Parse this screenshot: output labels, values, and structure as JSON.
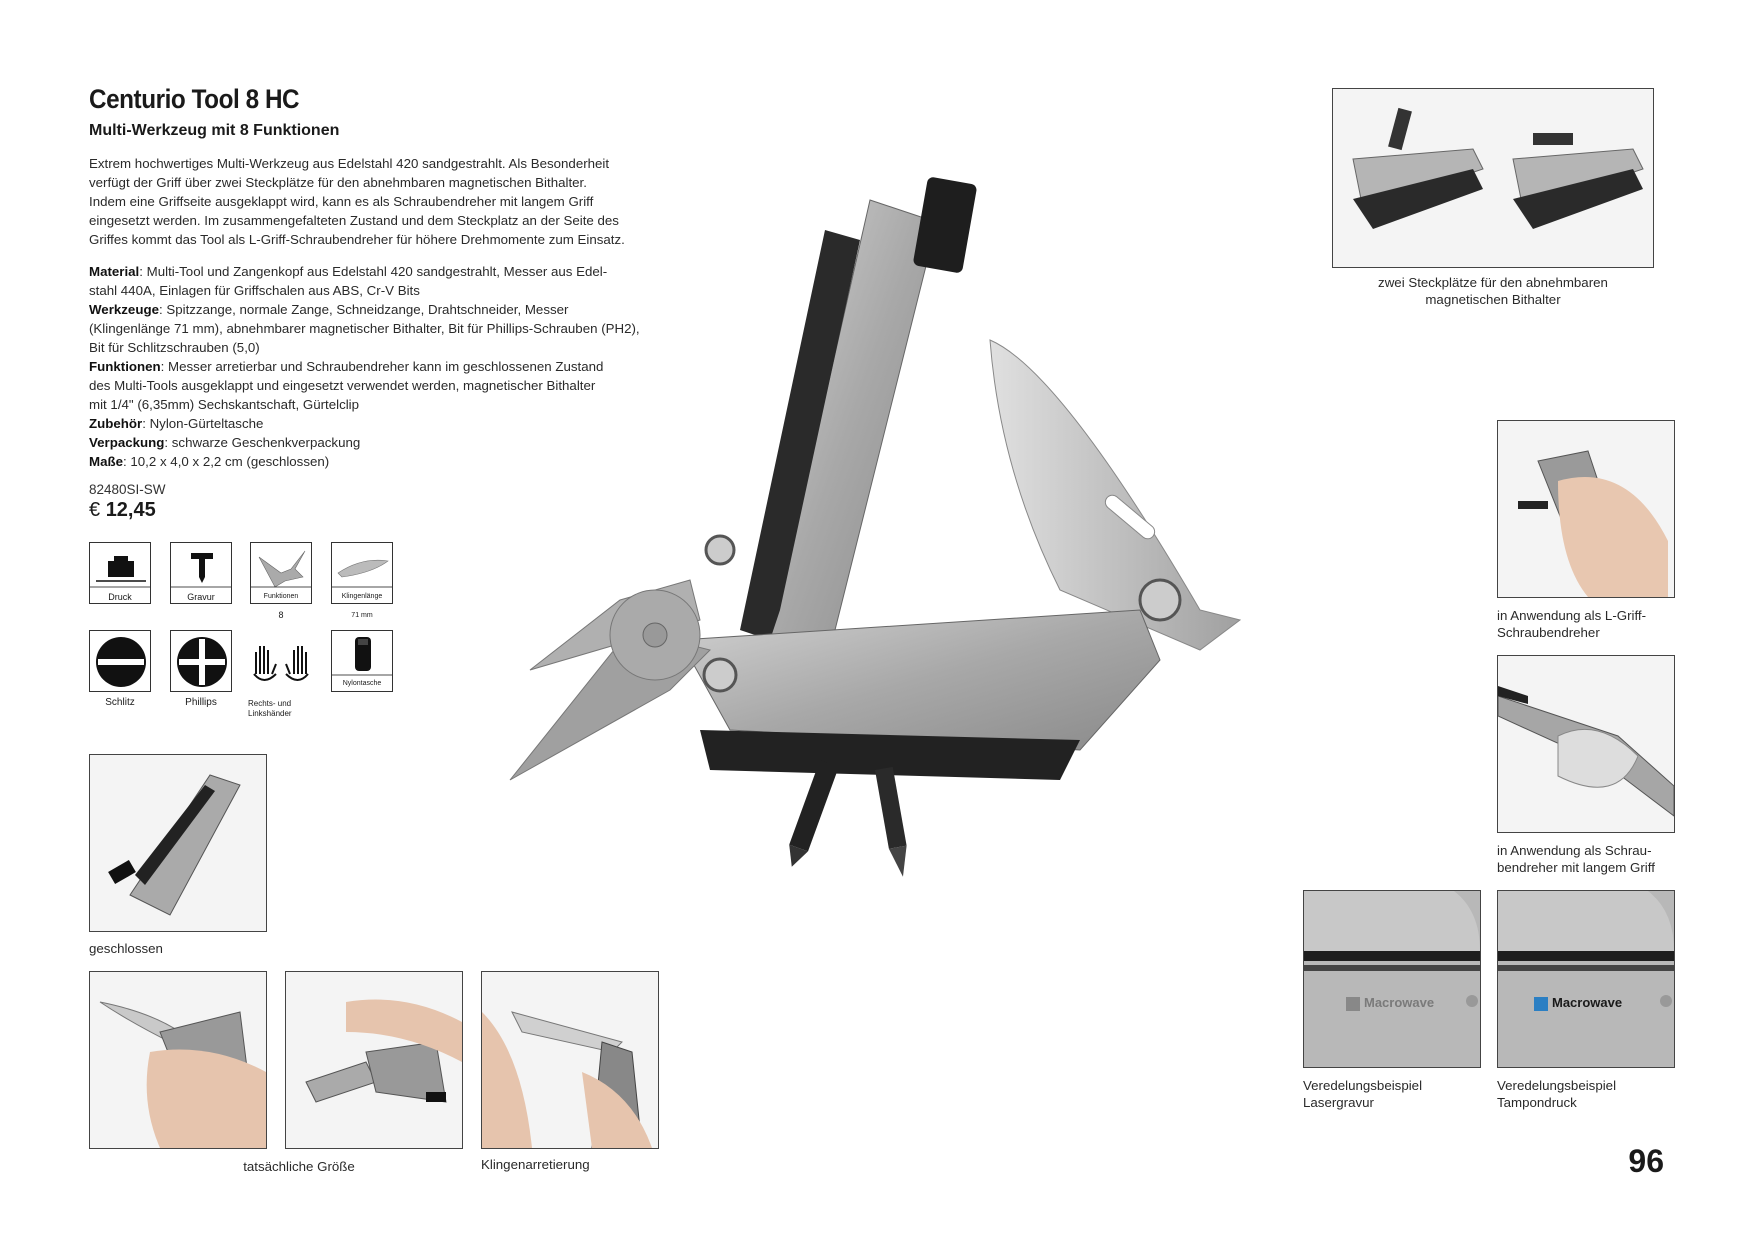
{
  "product": {
    "title": "Centurio Tool 8 HC",
    "subtitle": "Multi-Werkzeug mit 8 Funktionen",
    "description": [
      "Extrem hochwertiges Multi-Werkzeug aus Edelstahl 420 sandgestrahlt. Als Besonderheit",
      "verfügt der Griff über zwei Steckplätze für den abnehmbaren magnetischen Bithalter.",
      "Indem eine Griffseite ausgeklappt wird, kann es als Schraubendreher mit langem Griff",
      "eingesetzt werden. Im zusammengefalteten Zustand und dem Steckplatz an der Seite des",
      "Griffes kommt das Tool als L-Griff-Schraubendreher für höhere Drehmomente zum Einsatz."
    ],
    "specs": [
      {
        "label": "Material",
        "lines": [
          "Multi-Tool und Zangenkopf aus Edelstahl 420 sandgestrahlt, Messer aus Edel-",
          "stahl 440A, Einlagen für Griffschalen aus ABS, Cr-V Bits"
        ]
      },
      {
        "label": "Werkzeuge",
        "lines": [
          "Spitzzange, normale Zange, Schneidzange, Drahtschneider, Messer",
          "(Klingenlänge 71 mm), abnehmbarer magnetischer Bithalter, Bit für Phillips-Schrauben (PH2),",
          "Bit für Schlitzschrauben (5,0)"
        ]
      },
      {
        "label": "Funktionen",
        "lines": [
          "Messer arretierbar und Schraubendreher kann im geschlossenen Zustand",
          "des Multi-Tools ausgeklappt und eingesetzt verwendet werden, magnetischer Bithalter",
          "mit 1/4\" (6,35mm) Sechskantschaft, Gürtelclip"
        ]
      },
      {
        "label": "Zubehör",
        "lines": [
          "Nylon-Gürteltasche"
        ]
      },
      {
        "label": "Verpackung",
        "lines": [
          "schwarze Geschenkverpackung"
        ]
      },
      {
        "label": "Maße",
        "lines": [
          "10,2 x 4,0 x 2,2 cm (geschlossen)"
        ]
      }
    ],
    "article_number": "82480SI-SW",
    "currency": "€",
    "price": "12,45"
  },
  "icons": {
    "druck": "Druck",
    "gravur": "Gravur",
    "funktionen": "Funktionen",
    "funktionen_value": "8",
    "klingenlaenge": "Klingenlänge",
    "klingenlaenge_value": "71 mm",
    "schlitz": "Schlitz",
    "phillips": "Phillips",
    "hands_line1": "Rechts- und",
    "hands_line2": "Linkshänder",
    "nylontasche": "Nylontasche"
  },
  "captions": {
    "steckplaetze_1": "zwei Steckplätze für den abnehmbaren",
    "steckplaetze_2": "magnetischen Bithalter",
    "lgriff_1": "in Anwendung als L-Griff-",
    "lgriff_2": "Schraubendreher",
    "schrau_1": "in Anwendung als Schrau-",
    "schrau_2": "bendreher mit langem Griff",
    "laser_1": "Veredelungsbeispiel",
    "laser_2": "Lasergravur",
    "tampon_1": "Veredelungsbeispiel",
    "tampon_2": "Tampondruck",
    "geschlossen": "geschlossen",
    "groesse": "tatsächliche Größe",
    "arretierung": "Klingenarretierung"
  },
  "logo_text": "Macrowave",
  "page_number": "96"
}
